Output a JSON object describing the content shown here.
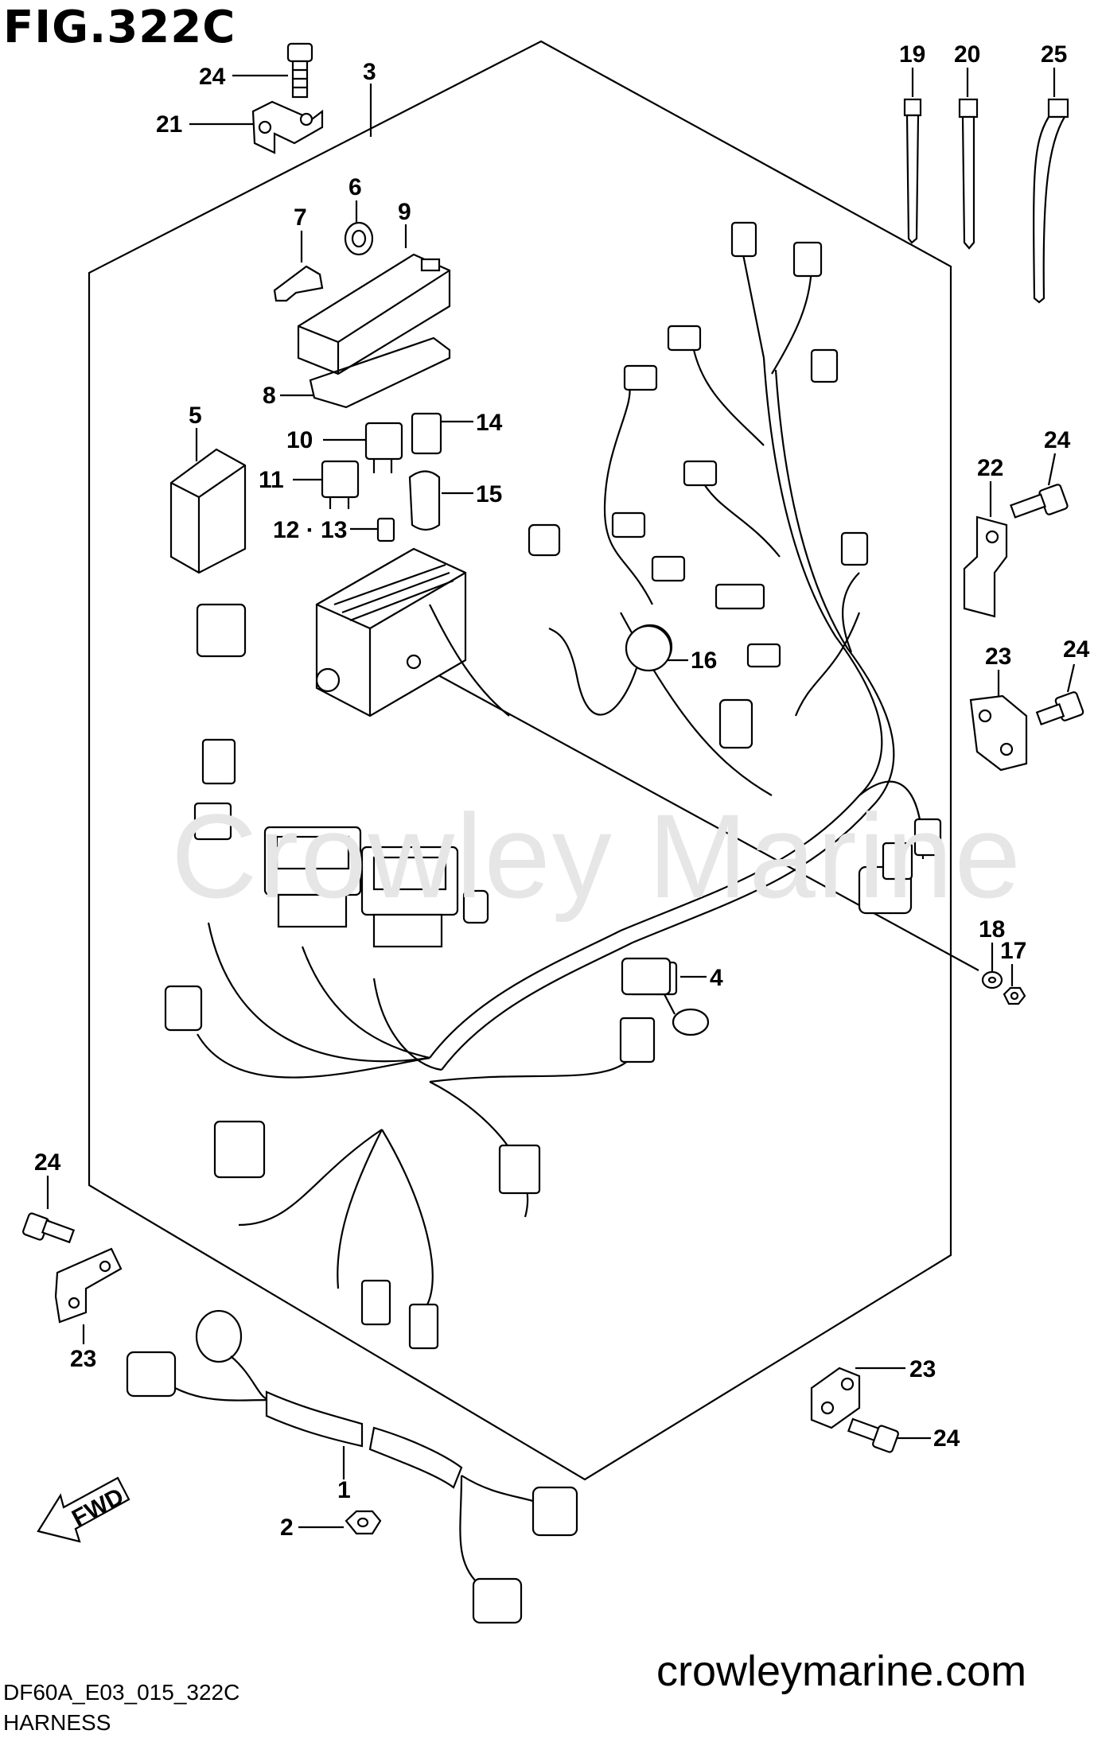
{
  "figure": {
    "title": "FIG.322C"
  },
  "footer": {
    "code": "DF60A_E03_015_322C",
    "description": "HARNESS",
    "website": "crowleymarine.com"
  },
  "watermark": "Crowley Marine",
  "callouts": [
    {
      "id": "c24a",
      "text": "24"
    },
    {
      "id": "c21",
      "text": "21"
    },
    {
      "id": "c3",
      "text": "3"
    },
    {
      "id": "c6",
      "text": "6"
    },
    {
      "id": "c7",
      "text": "7"
    },
    {
      "id": "c9",
      "text": "9"
    },
    {
      "id": "c8",
      "text": "8"
    },
    {
      "id": "c5",
      "text": "5"
    },
    {
      "id": "c10",
      "text": "10"
    },
    {
      "id": "c14",
      "text": "14"
    },
    {
      "id": "c11",
      "text": "11"
    },
    {
      "id": "c15",
      "text": "15"
    },
    {
      "id": "c1213",
      "text": "12 · 13"
    },
    {
      "id": "c16",
      "text": "16"
    },
    {
      "id": "c19",
      "text": "19"
    },
    {
      "id": "c20",
      "text": "20"
    },
    {
      "id": "c25",
      "text": "25"
    },
    {
      "id": "c22",
      "text": "22"
    },
    {
      "id": "c24b",
      "text": "24"
    },
    {
      "id": "c23a",
      "text": "23"
    },
    {
      "id": "c24c",
      "text": "24"
    },
    {
      "id": "c18",
      "text": "18"
    },
    {
      "id": "c17",
      "text": "17"
    },
    {
      "id": "c4",
      "text": "4"
    },
    {
      "id": "c24d",
      "text": "24"
    },
    {
      "id": "c23b",
      "text": "23"
    },
    {
      "id": "c23c",
      "text": "23"
    },
    {
      "id": "c24e",
      "text": "24"
    },
    {
      "id": "c1",
      "text": "1"
    },
    {
      "id": "c2",
      "text": "2"
    }
  ],
  "fwd_label": "FWD"
}
